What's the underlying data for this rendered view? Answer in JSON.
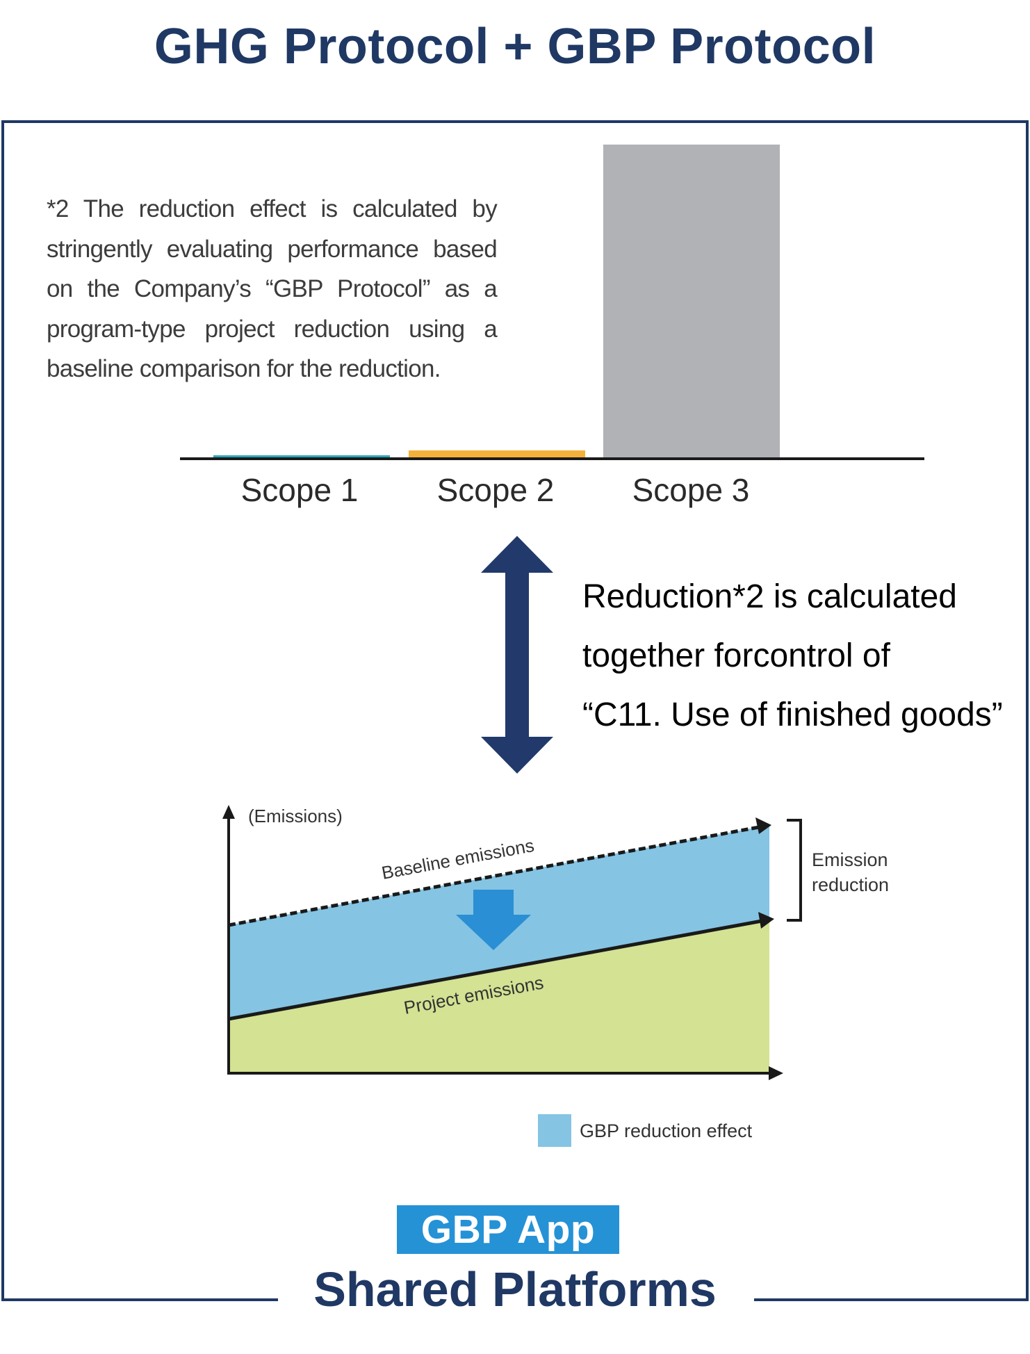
{
  "header": {
    "title": "GHG Protocol + GBP Protocol"
  },
  "footnote": {
    "text": "*2  The reduction effect is calculated by stringently evaluating performance based on the Company’s “GBP Protocol” as a program-type project reduction using a baseline comparison for the reduction."
  },
  "scope_chart": {
    "labels": [
      "Scope 1",
      "Scope 2",
      "Scope 3"
    ],
    "colors": [
      "#2fa6b8",
      "#f3b13b",
      "#b1b2b6"
    ]
  },
  "reduction_note": {
    "lines": [
      "Reduction*2 is calculated",
      "together forcontrol of",
      "“C11. Use of finished goods”"
    ]
  },
  "emissions_chart": {
    "y_label": "(Emissions)",
    "baseline_label": "Baseline emissions",
    "project_label": "Project emissions",
    "bracket_label_line1": "Emission",
    "bracket_label_line2": "reduction",
    "legend_label": "GBP reduction effect",
    "colors": {
      "reduction_fill": "#85c4e3",
      "project_fill": "#d3e293",
      "down_arrow": "#2a8fd4",
      "axes": "#1a1a1a"
    }
  },
  "arrow": {
    "color": "#213a6b"
  },
  "footer": {
    "badge": "GBP App",
    "platforms": "Shared Platforms"
  }
}
